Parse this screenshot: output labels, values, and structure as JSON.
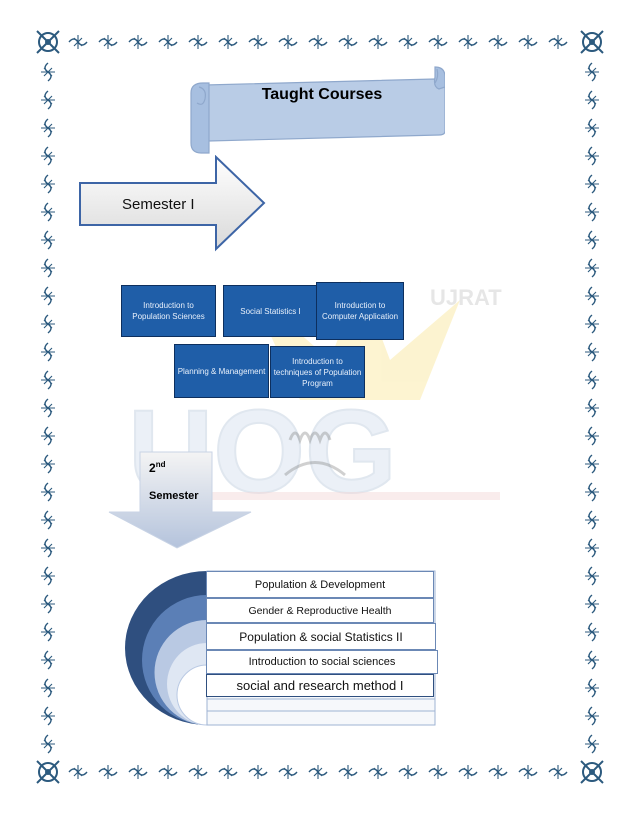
{
  "banner": {
    "title": "Taught Courses"
  },
  "semester1": {
    "label": "Semester I",
    "courses": [
      "Introduction to Population Sciences",
      "Social Statistics I",
      "Introduction to Computer Application",
      "Planning & Management",
      "Introduction to techniques of Population Program"
    ]
  },
  "semester2": {
    "ordinal": "2",
    "suffix": "nd",
    "label": "Semester",
    "courses": [
      "Population & Development",
      "Gender & Reproductive Health",
      "Population & social Statistics II",
      "Introduction to social sciences",
      "social and research method  I"
    ]
  },
  "watermark": {
    "text": "UOG",
    "subtext": "UJRAT"
  },
  "colors": {
    "box": "#1f5ea8",
    "banner": "#b9cce6",
    "ring_dark": "#2f4f7f",
    "ring_mid": "#5b7fb6",
    "ring_light": "#b9c9e3",
    "border": "#2c5a7e"
  }
}
